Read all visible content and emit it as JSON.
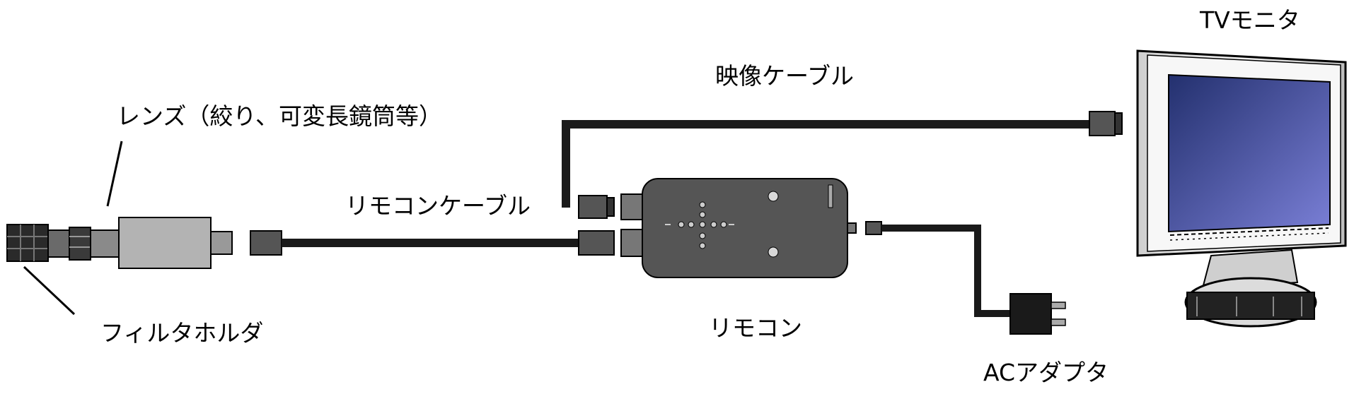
{
  "labels": {
    "lens": "レンズ（絞り、可変長鏡筒等）",
    "filter_holder": "フィルタホルダ",
    "remote_cable": "リモコンケーブル",
    "video_cable": "映像ケーブル",
    "remote": "リモコン",
    "ac_adapter": "ACアダプタ",
    "tv_monitor": "TVモニタ"
  },
  "colors": {
    "cable": "#1a1a1a",
    "lens_body": "#b3b3b3",
    "remote_body": "#555555",
    "screen_top": "#6b70c8",
    "screen_bottom": "#23306e",
    "monitor_frame": "#e8e8e8"
  }
}
